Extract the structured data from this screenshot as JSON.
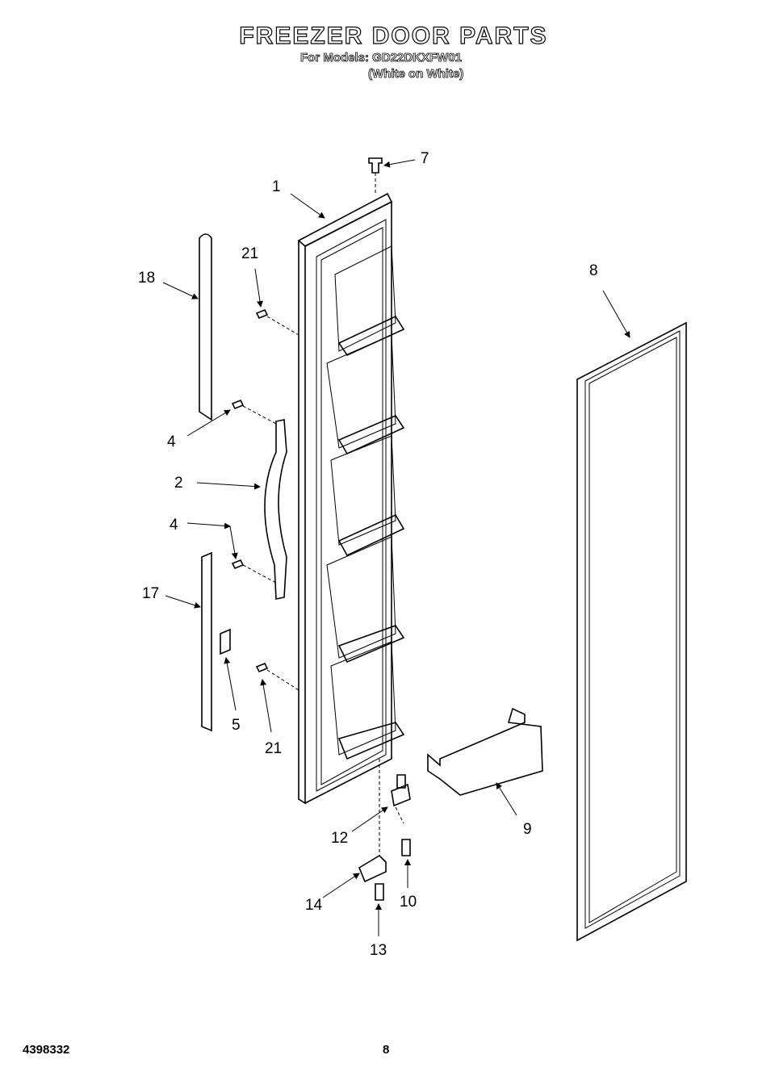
{
  "header": {
    "title": "FREEZER DOOR PARTS",
    "models_line": "For Models: GD22DKXFW01",
    "color_line": "(White on White)"
  },
  "callouts": {
    "door": "1",
    "handle": "2",
    "screw_upper": "4",
    "screw_lower": "4",
    "trim_clip": "5",
    "plug": "7",
    "gasket": "8",
    "door_bin": "9",
    "hinge_screw": "10",
    "hinge_pin": "12",
    "hinge_bracket_screw": "13",
    "hinge_bracket": "14",
    "trim_lower": "17",
    "trim_upper": "18",
    "screw_21_upper": "21",
    "screw_21_lower": "21"
  },
  "footer": {
    "doc_number": "4398332",
    "page_number": "8"
  }
}
